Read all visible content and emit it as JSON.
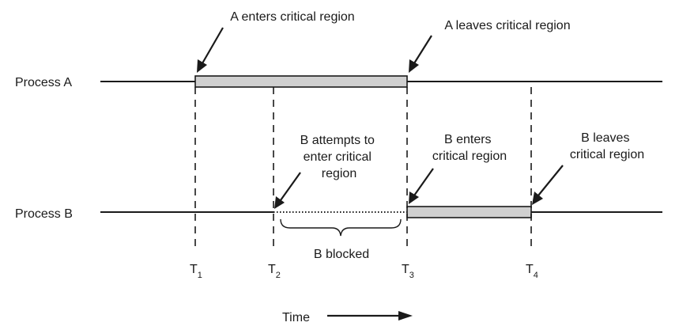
{
  "processes": {
    "a_label": "Process A",
    "b_label": "Process B"
  },
  "events": {
    "a_enters": "A enters critical region",
    "a_leaves": "A leaves critical region",
    "b_attempts": [
      "B attempts to",
      "enter critical",
      "region"
    ],
    "b_enters": [
      "B enters",
      "critical region"
    ],
    "b_leaves": [
      "B leaves",
      "critical region"
    ],
    "b_blocked": "B blocked"
  },
  "time_marks": [
    {
      "main": "T",
      "sub": "1"
    },
    {
      "main": "T",
      "sub": "2"
    },
    {
      "main": "T",
      "sub": "3"
    },
    {
      "main": "T",
      "sub": "4"
    }
  ],
  "time_label": "Time",
  "colors": {
    "critical_bar": "#d0d0d0",
    "ink": "#1a1a1a"
  }
}
